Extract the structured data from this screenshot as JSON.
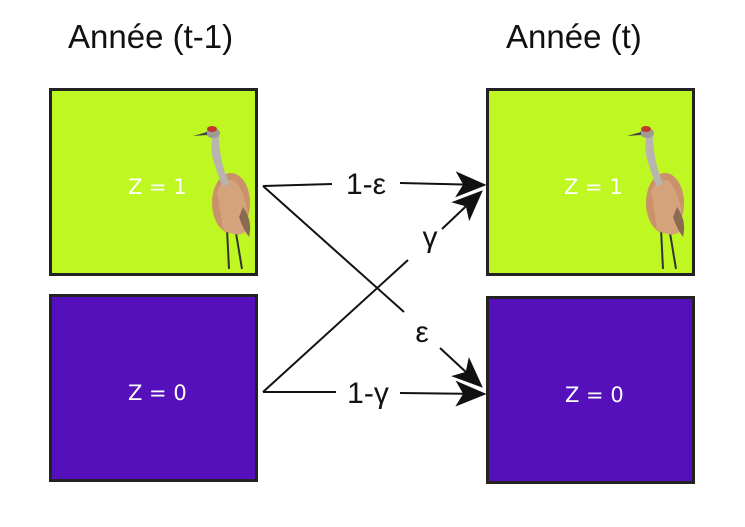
{
  "titles": {
    "previous_year": "Année (t-1)",
    "current_year": "Année (t)"
  },
  "states": {
    "occupied": "Z = 1",
    "unoccupied": "Z = 0"
  },
  "transitions": {
    "stay_occupied": "1-ε",
    "colonize": "γ",
    "extinction": "ε",
    "stay_unoccupied": "1-γ"
  },
  "colors": {
    "occupied_fill": "#bff722",
    "unoccupied_fill": "#5510bb",
    "border": "#222222"
  },
  "icons": [
    "crane-icon",
    "crane-icon"
  ]
}
